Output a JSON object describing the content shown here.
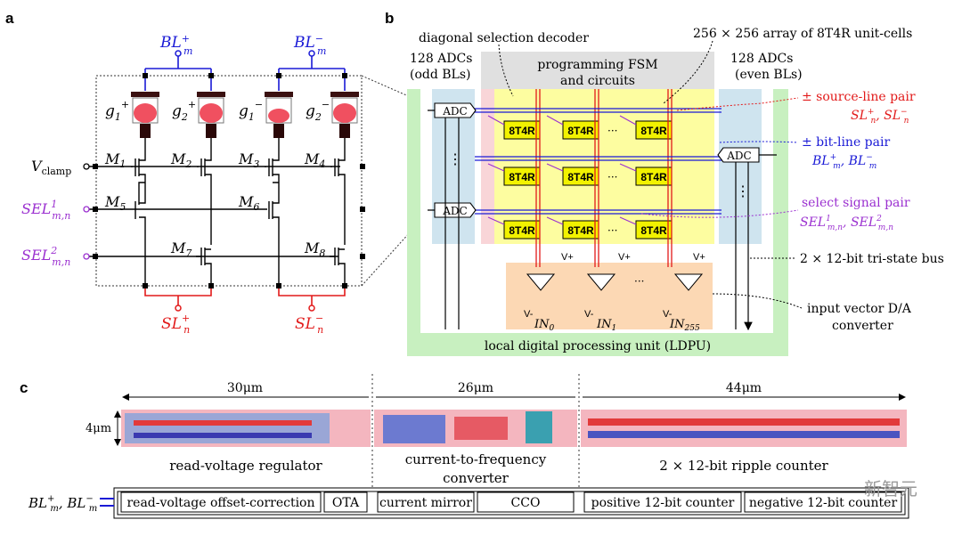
{
  "panels": {
    "a": "a",
    "b": "b",
    "c": "c"
  },
  "panel_a": {
    "bl_plus": "BL",
    "bl_plus_sup": "+",
    "bl_plus_sub": "m",
    "bl_minus": "BL",
    "bl_minus_sup": "−",
    "bl_minus_sub": "m",
    "sl_plus": "SL",
    "sl_plus_sup": "+",
    "sl_plus_sub": "n",
    "sl_minus": "SL",
    "sl_minus_sup": "−",
    "sl_minus_sub": "n",
    "vclamp": "V",
    "vclamp_sub": "clamp",
    "sel1": "SEL",
    "sel1_sup": "1",
    "sel1_sub": "m,n",
    "sel2": "SEL",
    "sel2_sup": "2",
    "sel2_sub": "m,n",
    "g_labels": [
      {
        "base": "g",
        "sub": "1",
        "sup": "+"
      },
      {
        "base": "g",
        "sub": "2",
        "sup": "+"
      },
      {
        "base": "g",
        "sub": "1",
        "sup": "−"
      },
      {
        "base": "g",
        "sub": "2",
        "sup": "−"
      }
    ],
    "transistors": [
      "M",
      "M",
      "M",
      "M",
      "M",
      "M",
      "M",
      "M"
    ],
    "transistor_subs": [
      "1",
      "2",
      "3",
      "4",
      "5",
      "6",
      "7",
      "8"
    ]
  },
  "panel_b": {
    "decoder": "diagonal selection decoder",
    "array": "256 × 256 array of 8T4R unit-cells",
    "adc_odd_1": "128 ADCs",
    "adc_odd_2": "(odd BLs)",
    "adc_even_1": "128 ADCs",
    "adc_even_2": "(even BLs)",
    "fsm_1": "programming FSM",
    "fsm_2": "and circuits",
    "adc": "ADC",
    "cell": "8T4R",
    "ellipsis": "···",
    "vdots": "⋮",
    "vplus": "V+",
    "vminus": "V-",
    "in_labels": [
      {
        "base": "IN",
        "sub": "0"
      },
      {
        "base": "IN",
        "sub": "1"
      },
      {
        "base": "IN",
        "sub": "255"
      }
    ],
    "ldpu": "local digital processing unit (LDPU)",
    "source_pair": "± source-line pair",
    "source_pair_sym": "SL",
    "bit_pair": "± bit-line pair",
    "bit_pair_sym": "BL",
    "select_pair": "select signal pair",
    "select_pair_sym": "SEL",
    "bus": "2 × 12-bit tri-state bus",
    "dac_1": "input vector D/A",
    "dac_2": "converter"
  },
  "panel_c": {
    "dims": [
      "30μm",
      "26μm",
      "44μm"
    ],
    "height": "4μm",
    "sections": [
      "read-voltage regulator",
      "current-to-frequency",
      "converter",
      "2 × 12-bit ripple counter"
    ],
    "bl_label": "BL",
    "blocks": [
      "read-voltage offset-correction",
      "OTA",
      "current mirror",
      "CCO",
      "positive 12-bit counter",
      "negative 12-bit counter"
    ]
  },
  "watermark": "新智元",
  "colors": {
    "blue": "#1a1ad6",
    "red": "#e21a1a",
    "purple": "#9b30d0",
    "yellow": "#fdfda0",
    "cell": "#f2f200",
    "pink": "#f9d5d8",
    "lightblue": "#cfe4ef",
    "green": "#c8f0c0",
    "orange": "#fcd8b4",
    "gray": "#e0e0e0"
  }
}
